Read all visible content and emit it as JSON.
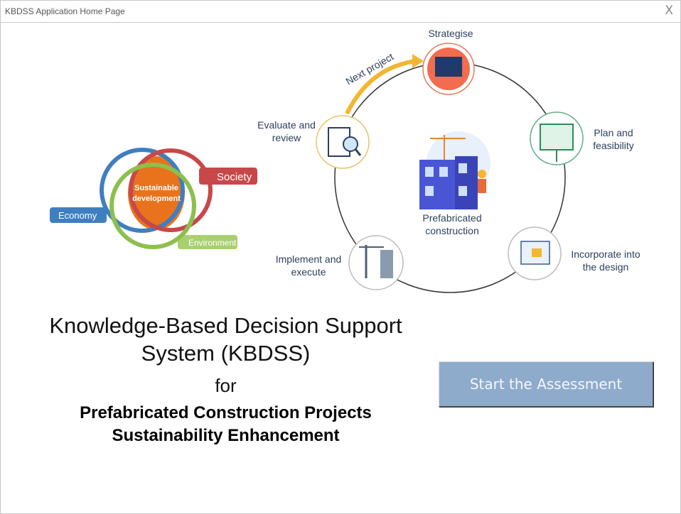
{
  "window": {
    "title": "KBDSS Application Home Page",
    "close_label": "X"
  },
  "venn": {
    "center": "Sustainable development",
    "center_line1": "Sustainable",
    "center_line2": "development",
    "economy": "Economy",
    "society": "Society",
    "environment": "Environment"
  },
  "cycle": {
    "center_line1": "Prefabricated",
    "center_line2": "construction",
    "next_project": "Next project",
    "stages": [
      {
        "line1": "Strategise",
        "line2": ""
      },
      {
        "line1": "Plan and",
        "line2": "feasibility"
      },
      {
        "line1": "Incorporate into",
        "line2": "the design"
      },
      {
        "line1": "Implement and",
        "line2": "execute"
      },
      {
        "line1": "Evaluate and",
        "line2": "review"
      }
    ]
  },
  "heading": {
    "line1": "Knowledge-Based Decision Support",
    "line2": "System (KBDSS)",
    "for": "for",
    "sub1": "Prefabricated Construction Projects",
    "sub2": "Sustainability Enhancement"
  },
  "start_button": "Start the Assessment",
  "colors": {
    "button": "#8eabcb",
    "economy": "#3f7fc0",
    "society": "#c8484a",
    "environment": "#8dbf4e",
    "core": "#e8731c",
    "arrow": "#f2b630"
  }
}
